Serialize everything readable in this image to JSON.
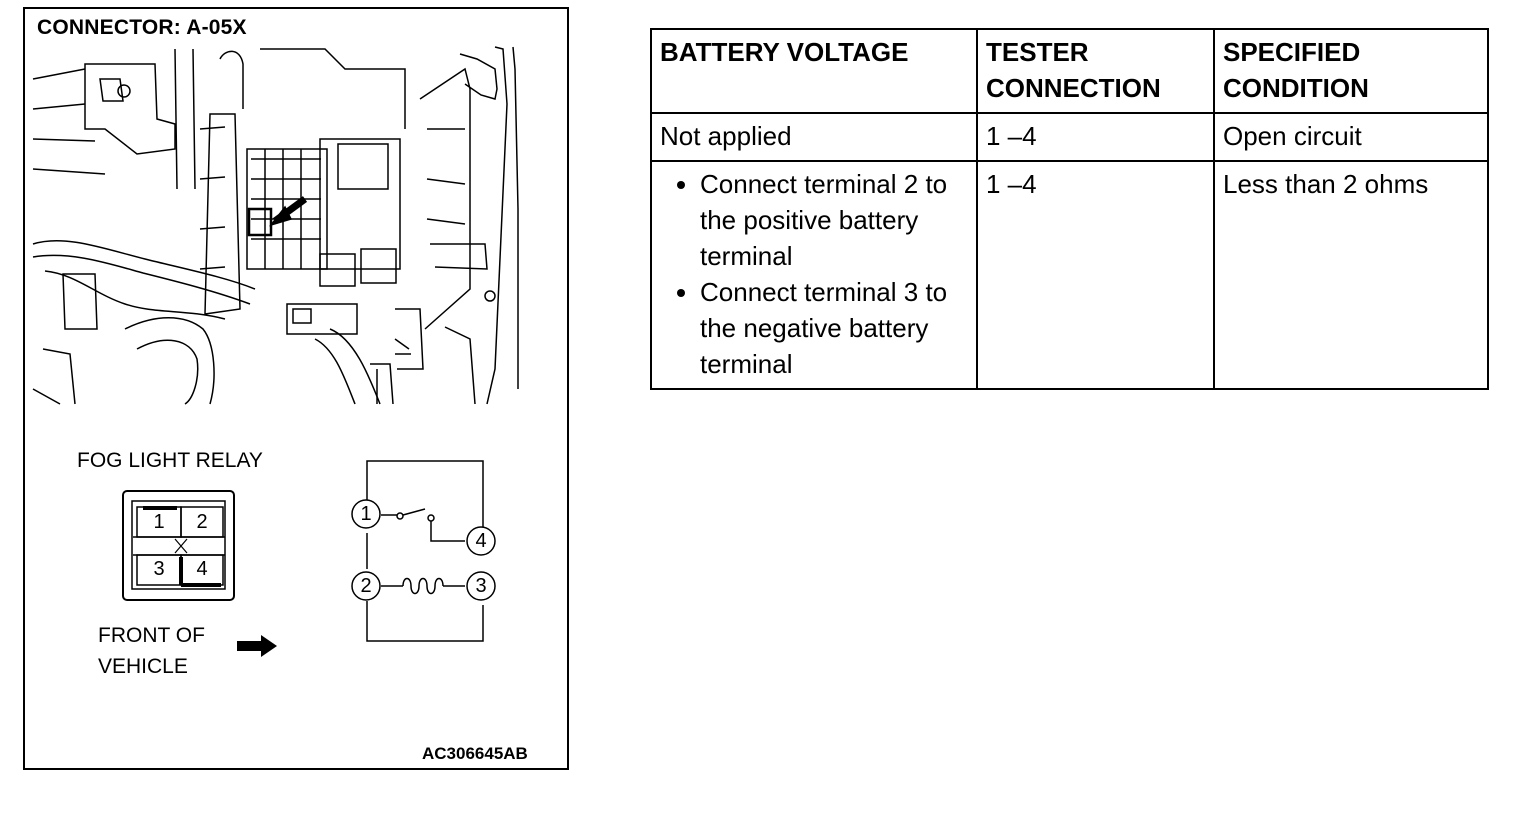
{
  "figure": {
    "connector_label": "CONNECTOR: A-05X",
    "relay_label": "FOG LIGHT RELAY",
    "connector_pins": [
      "1",
      "2",
      "3",
      "4"
    ],
    "circuit_nodes": [
      "1",
      "2",
      "3",
      "4"
    ],
    "front_label": [
      "FRONT OF",
      "VEHICLE"
    ],
    "figure_id": "AC306645AB"
  },
  "table": {
    "headers": [
      "BATTERY VOLTAGE",
      "TESTER CONNECTION",
      "SPECIFIED CONDITION"
    ],
    "header_lines": [
      [
        "BATTERY VOLTAGE"
      ],
      [
        "TESTER",
        "CONNECTION"
      ],
      [
        "SPECIFIED",
        "CONDITION"
      ]
    ],
    "rows": [
      {
        "battery_voltage": "Not applied",
        "tester_connection": "1 –4",
        "specified_condition": "Open circuit"
      },
      {
        "battery_voltage_steps": [
          "Connect terminal 2 to the positive battery terminal",
          "Connect terminal 3 to the negative battery terminal"
        ],
        "tester_connection": "1 –4",
        "specified_condition": "Less than 2 ohms"
      }
    ]
  }
}
